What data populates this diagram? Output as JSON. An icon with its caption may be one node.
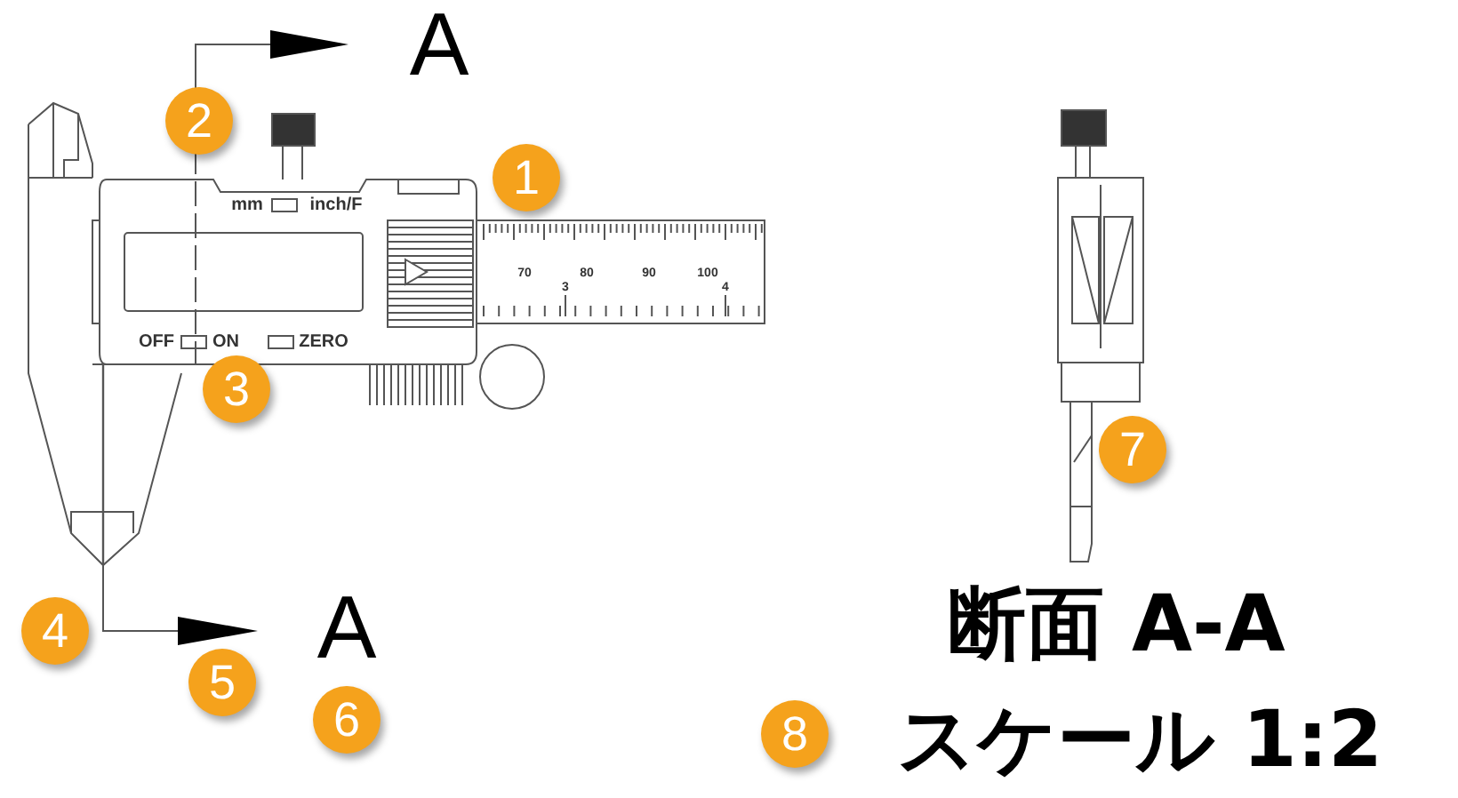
{
  "diagram": {
    "labels": [
      "A",
      "2",
      "1",
      "mm",
      "inch/F",
      "70",
      "80",
      "90",
      "100",
      "3",
      "4",
      "OFF",
      "ON",
      "ZERO",
      "3",
      "7",
      "4",
      "A",
      "5",
      "6",
      "断面 A-A",
      "8",
      "スケール 1:2"
    ]
  }
}
